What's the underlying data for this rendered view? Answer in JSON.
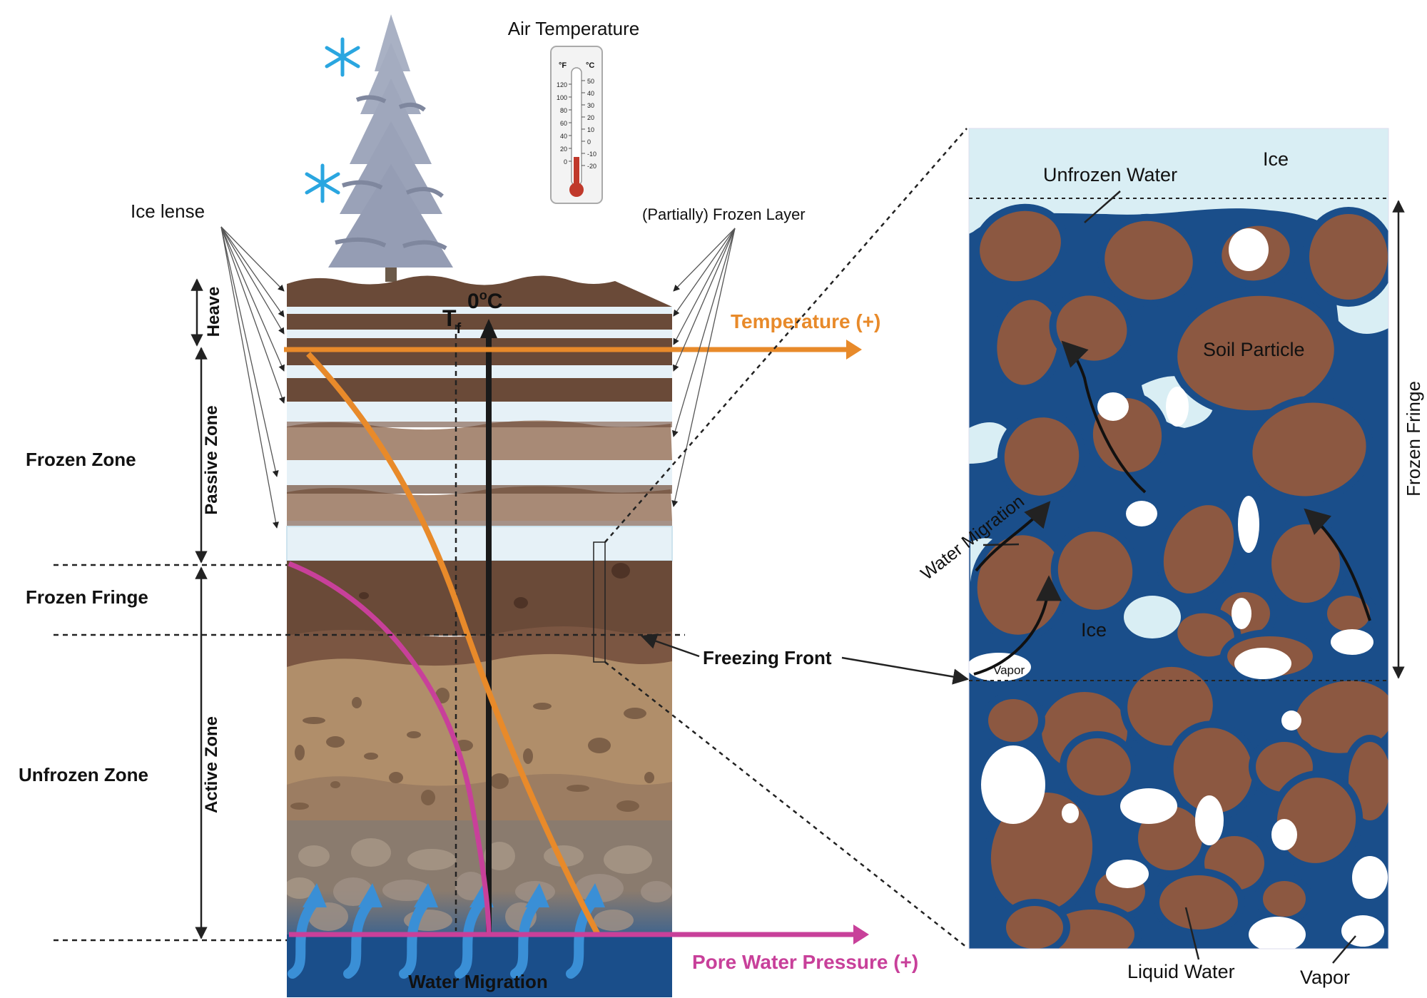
{
  "colors": {
    "soil_dark": "#6a4a38",
    "soil_mid": "#8b5a3c",
    "soil_light": "#a88a76",
    "sand": "#b08e6a",
    "gravel": "#8a7b6e",
    "ice_layer": "#e6f1f7",
    "water": "#1a4e8a",
    "ice_light": "#d9eef4",
    "soil_particle": "#8c5841",
    "temperature": "#e88a2a",
    "pore_pressure": "#c8409a",
    "migration_arrow": "#3a8fd6",
    "snowflake": "#2aa6e0",
    "tree": "#a9b1c4"
  },
  "labels": {
    "air_temperature": "Air Temperature",
    "ice_lense": "Ice lense",
    "partially_frozen_layer": "(Partially) Frozen Layer",
    "zero_c_base": "0",
    "zero_c_sup": "o",
    "zero_c_unit": "C",
    "tf_main": "T",
    "tf_sub": "f",
    "temperature_axis": "Temperature (+)",
    "pore_pressure_axis": "Pore Water Pressure (+)",
    "water_migration_bottom": "Water Migration",
    "freezing_front": "Freezing Front",
    "frozen_zone": "Frozen Zone",
    "frozen_fringe": "Frozen Fringe",
    "unfrozen_zone": "Unfrozen Zone",
    "heave": "Heave",
    "passive_zone": "Passive Zone",
    "active_zone": "Active Zone"
  },
  "thermometer": {
    "f_unit": "°F",
    "c_unit": "°C",
    "f_ticks": [
      "120",
      "100",
      "80",
      "60",
      "40",
      "20",
      "0"
    ],
    "c_ticks": [
      "50",
      "40",
      "30",
      "20",
      "10",
      "0",
      "-10",
      "-20"
    ]
  },
  "detail": {
    "ice_top": "Ice",
    "unfrozen_water": "Unfrozen Water",
    "soil_particle": "Soil Particle",
    "frozen_fringe": "Frozen Fringe",
    "water_migration": "Water Migration",
    "ice_pocket": "Ice",
    "vapor_small": "Vapor",
    "liquid_water": "Liquid Water",
    "vapor": "Vapor"
  }
}
